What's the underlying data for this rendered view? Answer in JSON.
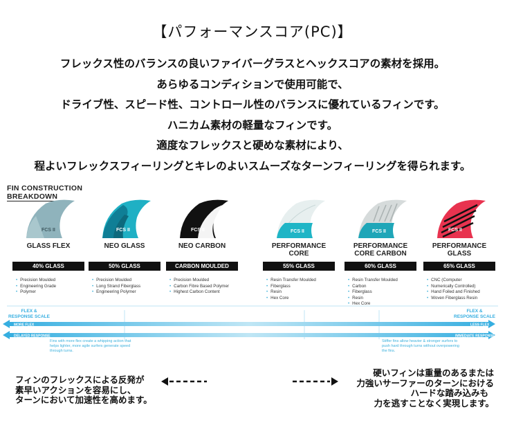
{
  "title": "【パフォーマンスコア(PC)】",
  "description": [
    "フレックス性のバランスの良いファイバーグラスとヘックスコアの素材を採用。",
    "あらゆるコンディションで使用可能で、",
    "ドライブ性、スピード性、コントロール性のバランスに優れているフィンです。",
    "ハニカム素材の軽量なフィンです。",
    "適度なフレックスと硬めな素材により、",
    "程よいフレックスフィーリングとキレのよいスムーズなターンフィーリングを得られます。"
  ],
  "breakdown": {
    "line1": "FIN CONSTRUCTION",
    "line2": "BREAKDOWN"
  },
  "fins": [
    {
      "name1": "GLASS FLEX",
      "name2": "",
      "band": "40% GLASS",
      "colors": [
        "#8fb3bc",
        "#a9c7cd"
      ],
      "features": [
        "Precision Moulded",
        "Engineering Grade",
        "Polymer"
      ]
    },
    {
      "name1": "NEO GLASS",
      "name2": "",
      "band": "50% GLASS",
      "colors": [
        "#0f8ea5",
        "#1fb0c4"
      ],
      "features": [
        "Precision Moulded",
        "Long Strand Fiberglass",
        "Engineering Polymer"
      ]
    },
    {
      "name1": "NEO CARBON",
      "name2": "",
      "band": "CARBON MOULDED",
      "colors": [
        "#111111",
        "#ffffff"
      ],
      "features": [
        "Precision Moulded",
        "Carbon Fibre Based Polymer",
        "Highest Carbon Content"
      ]
    },
    {
      "name1": "PERFORMANCE",
      "name2": "CORE",
      "band": "55% GLASS",
      "colors": [
        "#e6f0f0",
        "#1fb5c6"
      ],
      "features": [
        "Resin Transfer Moulded",
        "Fiberglass",
        "Resin",
        "Hex Core"
      ]
    },
    {
      "name1": "PERFORMANCE",
      "name2": "CORE CARBON",
      "band": "60% GLASS",
      "colors": [
        "#d9dddd",
        "#1fa6b8"
      ],
      "features": [
        "Resin Transfer Moulded",
        "Carbon",
        "Fiberglass",
        "Resin",
        "Hex Core"
      ]
    },
    {
      "name1": "PERFORMANCE",
      "name2": "GLASS",
      "band": "65% GLASS",
      "colors": [
        "#e8334f",
        "#111111"
      ],
      "features": [
        "CNC (Computer",
        "Numerically Controlled)",
        "Hand Foiled and Finished",
        "Woven Fiberglass Resin"
      ]
    }
  ],
  "scale": {
    "left_label": "FLEX & RESPONSE SCALE",
    "right_label": "FLEX & RESPONSE SCALE",
    "more_flex": "MORE FLEX",
    "less_flex": "LESS FLEX",
    "delayed_response": "DELAYED RESPONSE",
    "immediate_response": "IMMEDIATE RESPONSE",
    "note_left": "Fins with more flex create a whipping action that helps lighter, more agile surfers generate speed through turns.",
    "note_right": "Stiffer fins allow heavier & stronger surfers to push hard through turns without overpowering the fins."
  },
  "bottom_left": [
    "フィンのフレックスによる反発が",
    "素早いアクションを容易にし、",
    "ターンにおいて加速性を高めます。"
  ],
  "bottom_right": [
    "硬いフィンは重量のあるまたは",
    "力強いサーファーのターンにおける",
    "ハードな踏み込みも",
    "力を逃すことなく実現します。"
  ],
  "accent": "#35aee0"
}
